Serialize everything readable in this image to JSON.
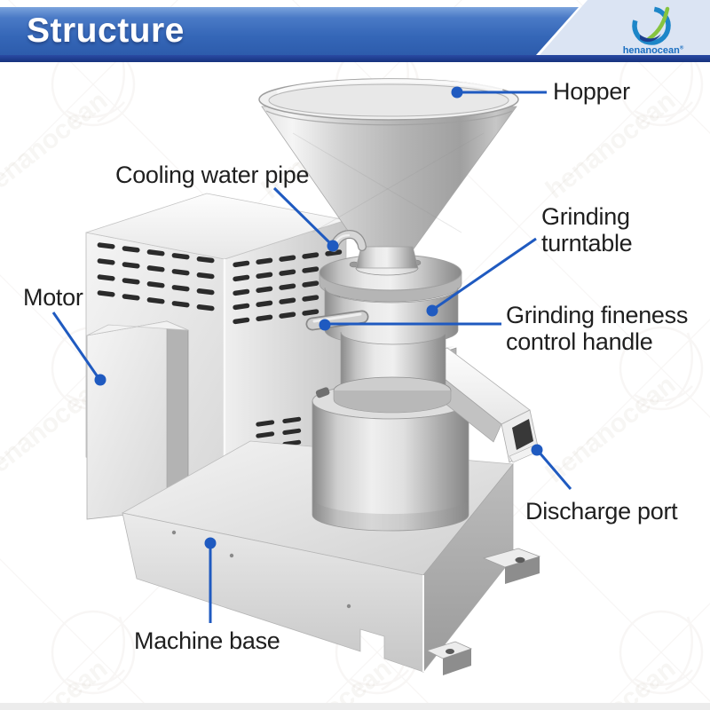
{
  "banner": {
    "title": "Structure"
  },
  "logo": {
    "brand": "henanocean",
    "registered": "®"
  },
  "labels": {
    "hopper": "Hopper",
    "cooling_water_pipe": "Cooling water pipe",
    "grinding_turntable": "Grinding turntable",
    "grinding_fineness_control_handle": "Grinding fineness control handle",
    "motor": "Motor",
    "discharge_port": "Discharge port",
    "machine_base": "Machine base"
  },
  "watermark": {
    "text": "henanocean"
  },
  "colors": {
    "accent_blue": "#1f5ac0",
    "banner_blue": "#3063b6",
    "banner_navy": "#16327e",
    "header_lavender": "#dbe4f3",
    "logo_blue": "#1d86c8",
    "logo_green": "#86c440",
    "text_dark": "#1f1f1f"
  }
}
